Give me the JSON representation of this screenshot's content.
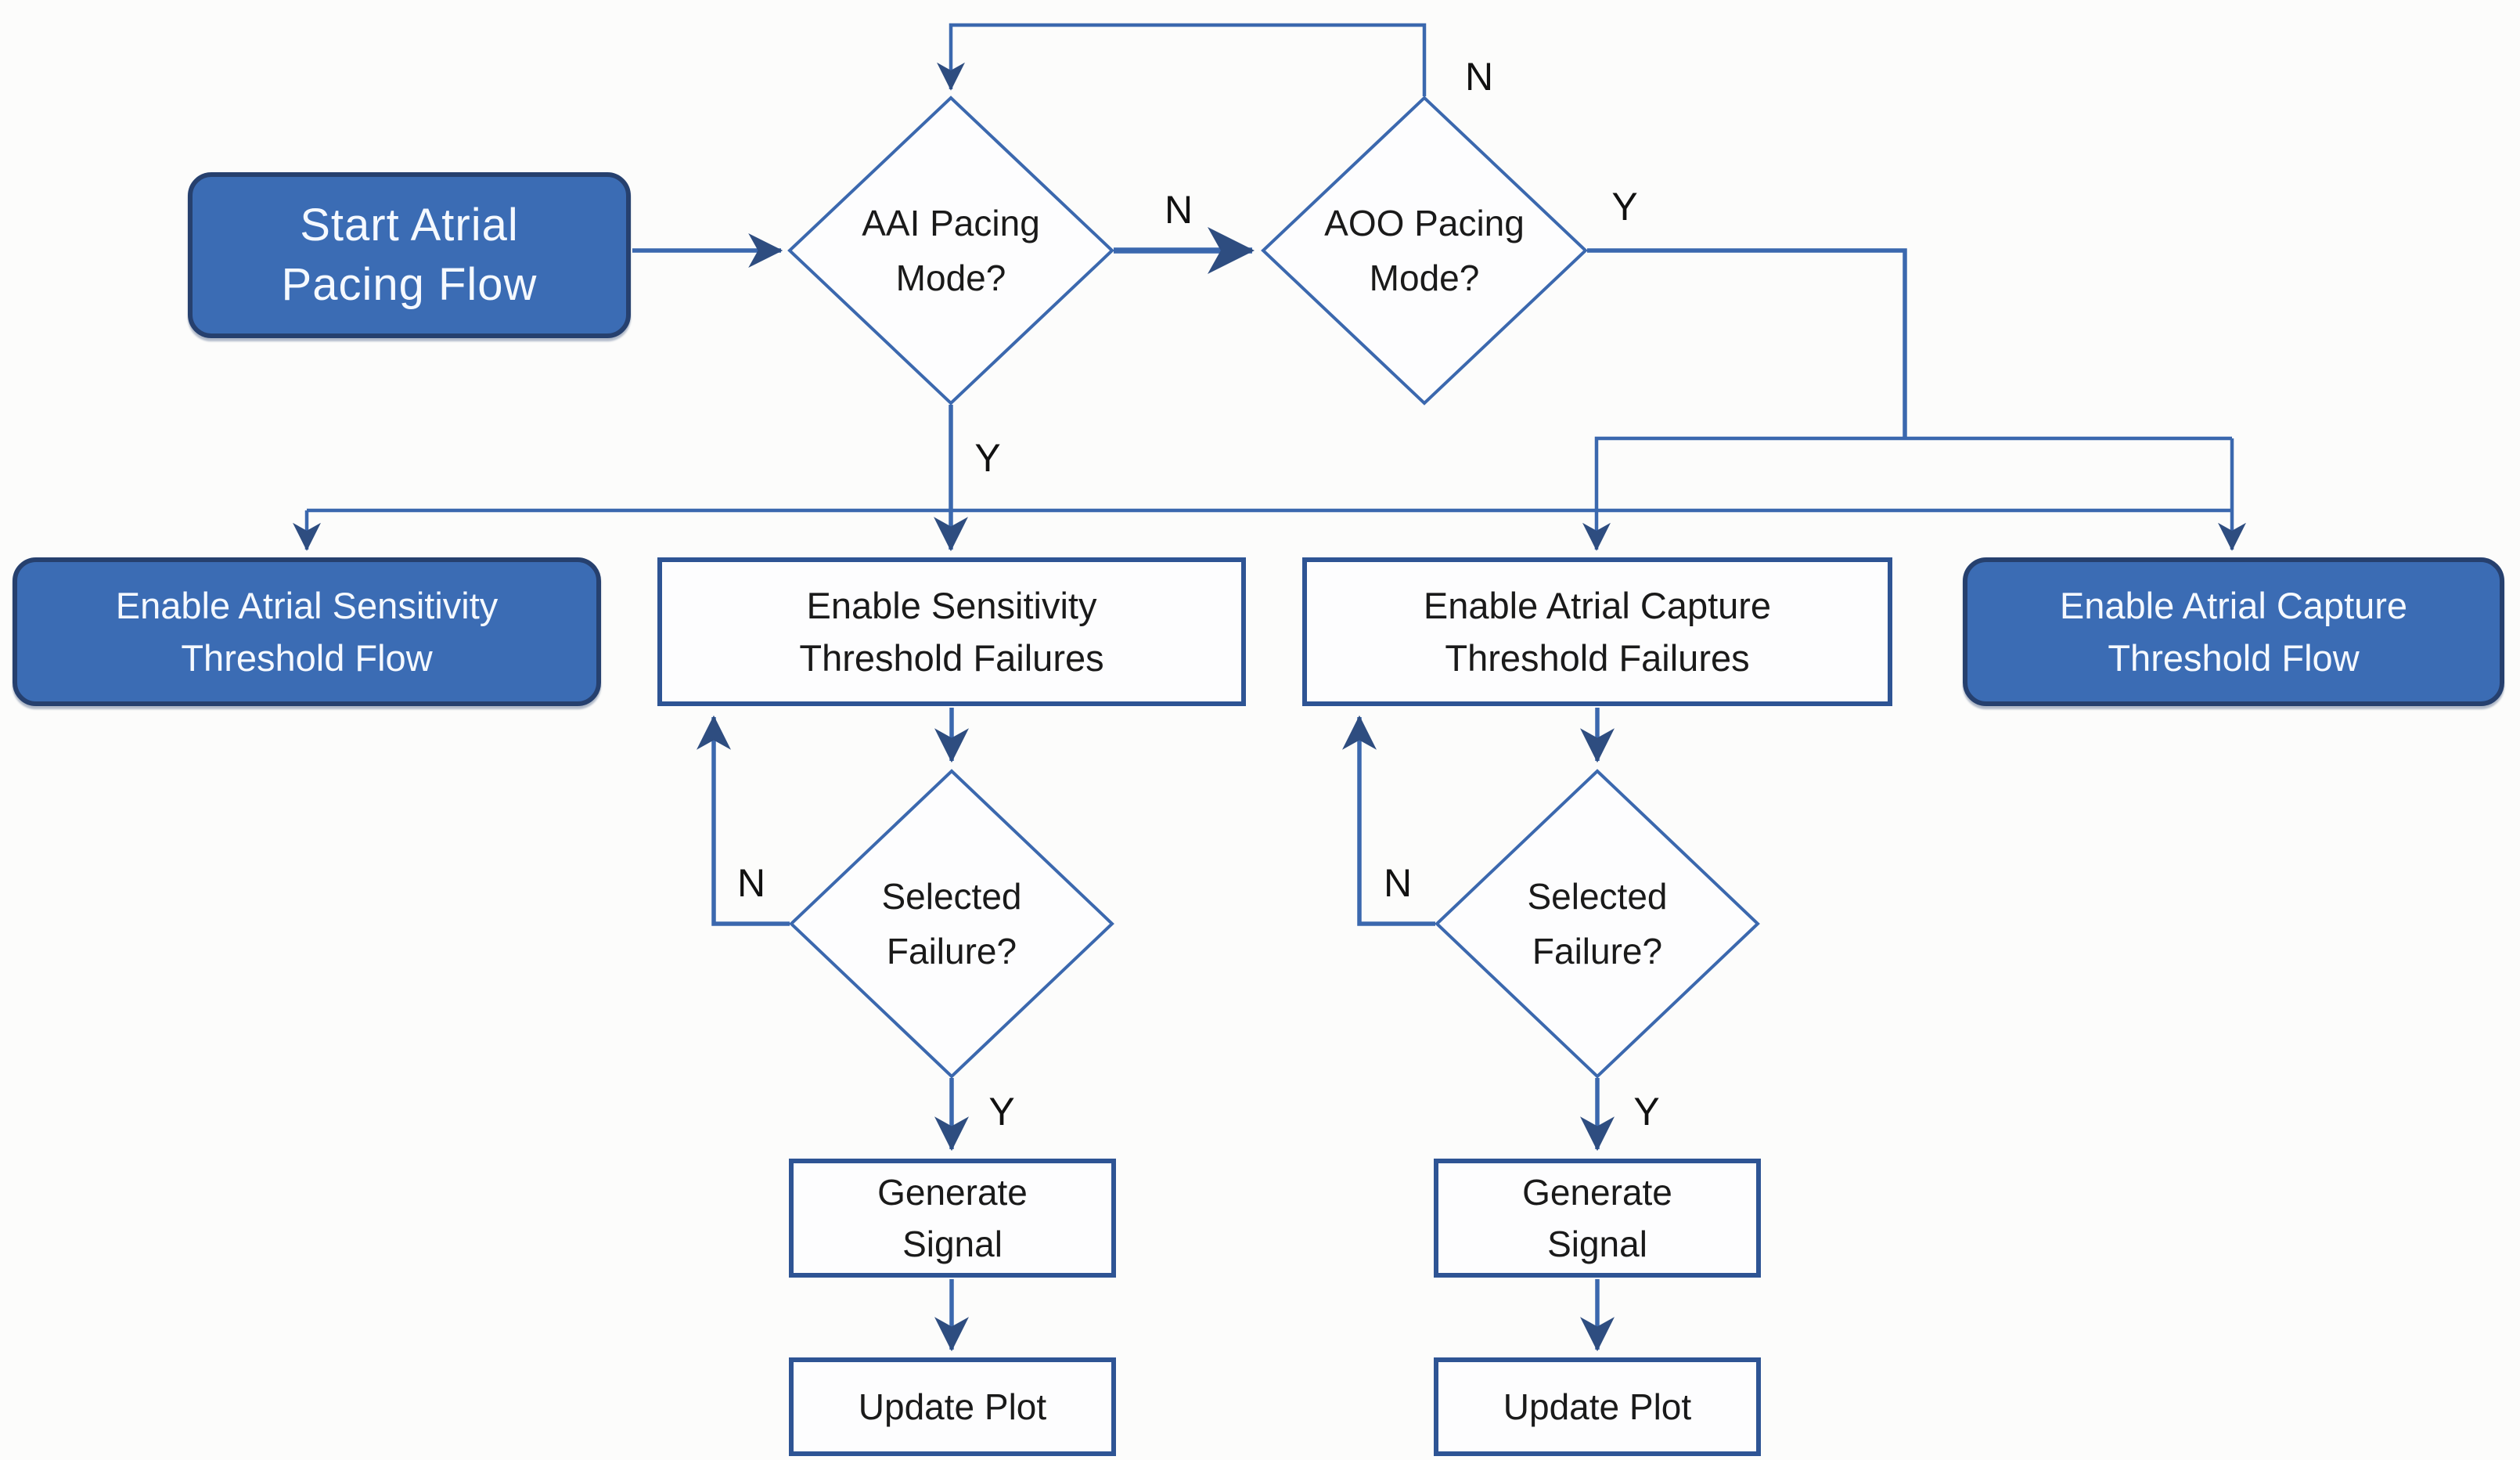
{
  "diagram": {
    "description": "Atrial pacing mode flowchart",
    "nodes": {
      "start": {
        "type": "terminal-blue",
        "label": "Start Atrial Pacing Flow",
        "lines": [
          "Start Atrial",
          "Pacing Flow"
        ]
      },
      "aai": {
        "type": "decision",
        "label": "AAI Pacing Mode?",
        "lines": [
          "AAI Pacing",
          "Mode?"
        ]
      },
      "aoo": {
        "type": "decision",
        "label": "AOO Pacing Mode?",
        "lines": [
          "AOO Pacing",
          "Mode?"
        ]
      },
      "sens_flow": {
        "type": "terminal-blue",
        "label": "Enable Atrial Sensitivity Threshold Flow",
        "lines": [
          "Enable Atrial Sensitivity",
          "Threshold Flow"
        ]
      },
      "sens_fail": {
        "type": "process",
        "label": "Enable Sensitivity Threshold Failures",
        "lines": [
          "Enable Sensitivity",
          "Threshold Failures"
        ]
      },
      "cap_fail": {
        "type": "process",
        "label": "Enable Atrial Capture Threshold Failures",
        "lines": [
          "Enable Atrial Capture",
          "Threshold Failures"
        ]
      },
      "cap_flow": {
        "type": "terminal-blue",
        "label": "Enable Atrial Capture Threshold Flow",
        "lines": [
          "Enable Atrial Capture",
          "Threshold Flow"
        ]
      },
      "sel_fail_1": {
        "type": "decision",
        "label": "Selected Failure?",
        "lines": [
          "Selected",
          "Failure?"
        ]
      },
      "sel_fail_2": {
        "type": "decision",
        "label": "Selected Failure?",
        "lines": [
          "Selected",
          "Failure?"
        ]
      },
      "gen_sig_1": {
        "type": "process",
        "label": "Generate Signal",
        "lines": [
          "Generate",
          "Signal"
        ]
      },
      "gen_sig_2": {
        "type": "process",
        "label": "Generate Signal",
        "lines": [
          "Generate",
          "Signal"
        ]
      },
      "upd_plot_1": {
        "type": "process",
        "label": "Update Plot",
        "lines": [
          "Update Plot"
        ]
      },
      "upd_plot_2": {
        "type": "process",
        "label": "Update Plot",
        "lines": [
          "Update Plot"
        ]
      }
    },
    "edge_labels": {
      "n_feedback": "N",
      "n_aai_to_aoo": "N",
      "y_aoo": "Y",
      "y_aai": "Y",
      "n_loop_sensitivity": "N",
      "y_selected_sensitivity": "Y",
      "n_loop_capture": "N",
      "y_selected_capture": "Y"
    },
    "colors": {
      "background": "#FCFCFB",
      "node_fill_blue": "#3B6CB4",
      "node_border_blue": "#26406E",
      "white_node_border": "#2E5494",
      "connector": "#3B68AE",
      "arrowhead": "#2E4D80",
      "text_on_blue": "#F5F9FF",
      "text_dark": "#1A1A1A"
    }
  }
}
